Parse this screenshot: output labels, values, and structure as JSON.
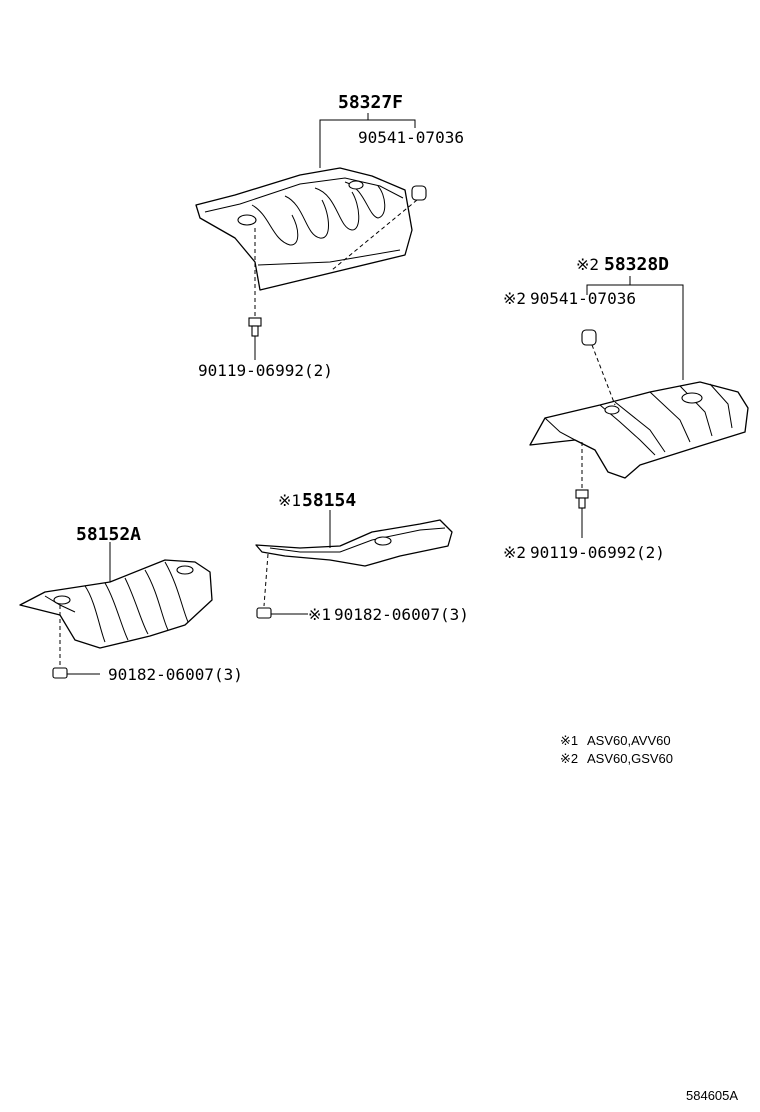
{
  "diagram": {
    "parts": [
      {
        "id": "58327F",
        "label": "58327F"
      },
      {
        "id": "58328D",
        "label": "58328D",
        "mark": "※2"
      },
      {
        "id": "58152A",
        "label": "58152A"
      },
      {
        "id": "58154",
        "label": "58154",
        "mark": "※1"
      }
    ],
    "fasteners": [
      {
        "id": "f1",
        "label": "90541-07036"
      },
      {
        "id": "f2",
        "label": "90119-06992(2)"
      },
      {
        "id": "f3",
        "label": "90541-07036",
        "mark": "※2"
      },
      {
        "id": "f4",
        "label": "90119-06992(2)",
        "mark": "※2"
      },
      {
        "id": "f5",
        "label": "90182-06007(3)",
        "mark": "※1"
      },
      {
        "id": "f6",
        "label": "90182-06007(3)"
      }
    ],
    "notes": [
      {
        "mark": "※1",
        "text": "ASV60,AVV60"
      },
      {
        "mark": "※2",
        "text": "ASV60,GSV60"
      }
    ],
    "figure_code": "584605A"
  }
}
